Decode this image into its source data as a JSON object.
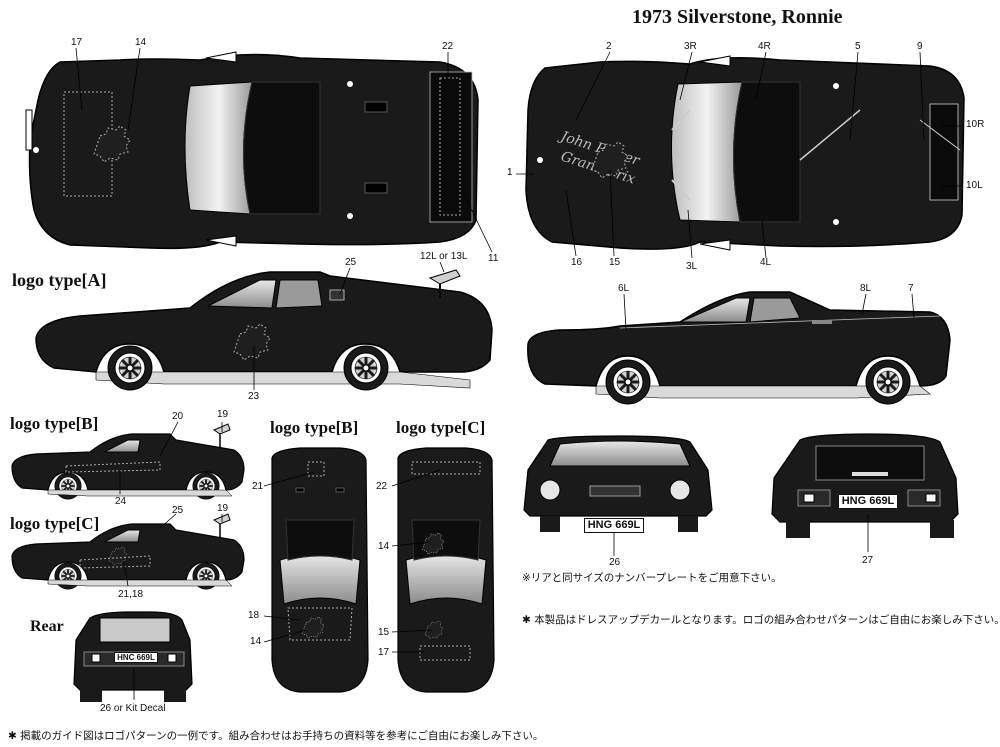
{
  "title": "1973 Silverstone, Ronnie",
  "logo_headings": {
    "a": "logo type[A]",
    "b_left": "logo type[B]",
    "c_left": "logo type[C]",
    "b_top": "logo type[B]",
    "c_top": "logo type[C]"
  },
  "rear_heading": "Rear",
  "plate_text": "HNC 669L",
  "plate_text_front": "HNG 669L",
  "plate_text_rear": "HNG 669L",
  "callouts": {
    "n17": "17",
    "n14": "14",
    "n22": "22",
    "n11": "11",
    "n2": "2",
    "n3r": "3R",
    "n4r": "4R",
    "n5": "5",
    "n9": "9",
    "n10r": "10R",
    "n10l": "10L",
    "n1": "1",
    "n16": "16",
    "n15": "15",
    "n3l": "3L",
    "n4l": "4L",
    "n25": "25",
    "n12l13l": "12L or 13L",
    "n23": "23",
    "n6l": "6L",
    "n8l": "8L",
    "n7": "7",
    "n20": "20",
    "n19": "19",
    "n24": "24",
    "n25b": "25",
    "n19b": "19",
    "n2118": "21,18",
    "n21": "21",
    "n18": "18",
    "n14b": "14",
    "n22b": "22",
    "n14c": "14",
    "n15b": "15",
    "n17b": "17",
    "n26": "26",
    "n27": "27",
    "n26kit": "26 or Kit Decal"
  },
  "notes": {
    "plate_note": "※リアと同サイズのナンバープレートをご用意下さい。",
    "dressup_note": "本製品はドレスアップデカールとなります。ロゴの組み合わせパターンはご自由にお楽しみ下さい。",
    "guide_note": "掲載のガイド図はロゴパターンの一例です。組み合わせはお手持ちの資料等を参考にご自由にお楽しみ下さい。"
  },
  "colors": {
    "body": "#1a1a1a",
    "line": "#111111",
    "glass": "#c8c8c8",
    "paper": "#ffffff"
  }
}
